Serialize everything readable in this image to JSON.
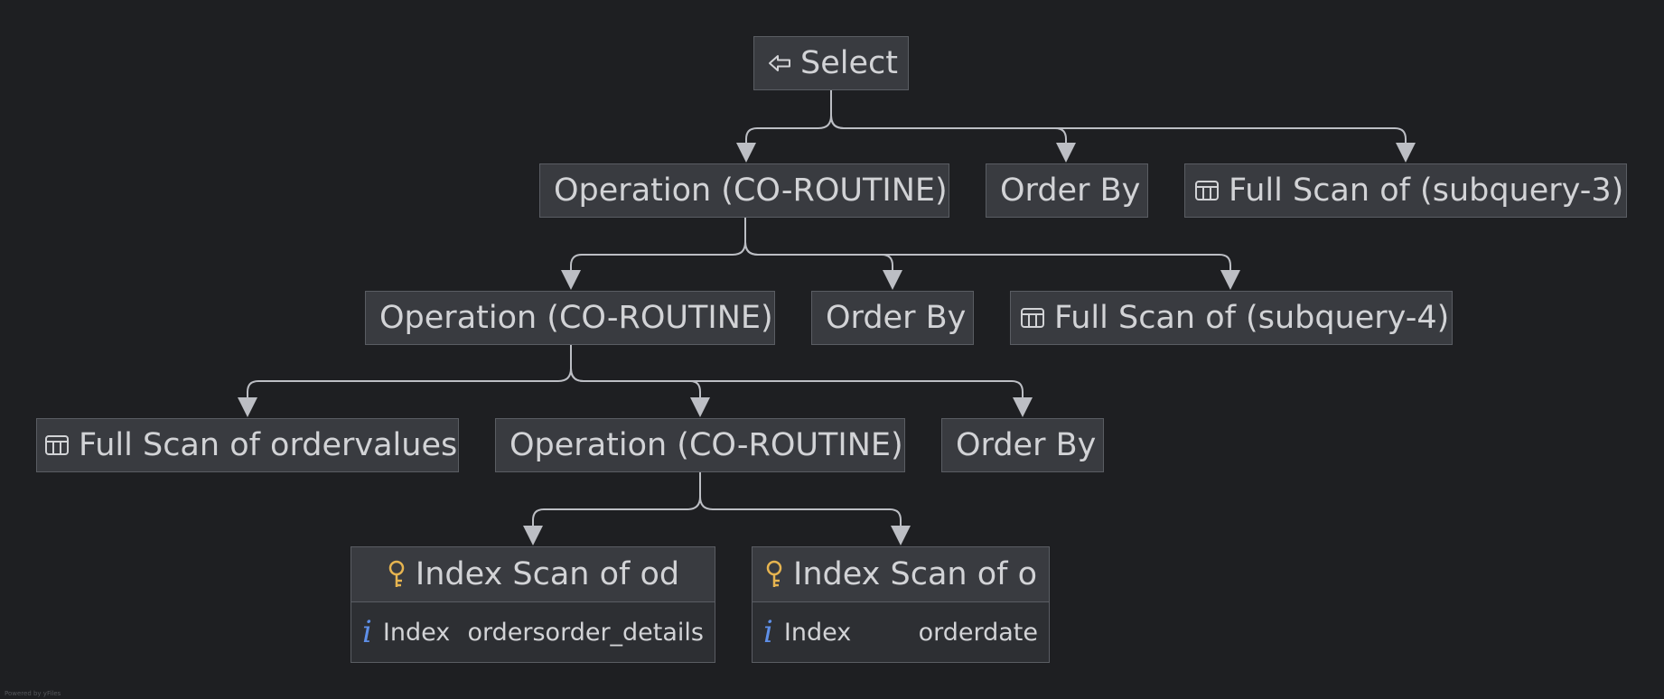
{
  "nodes": {
    "select": {
      "label": "Select",
      "icon": "select-arrow-icon"
    },
    "op1": {
      "label": "Operation (CO-ROUTINE)"
    },
    "orderby1": {
      "label": "Order By"
    },
    "fullscan3": {
      "label": "Full Scan of (subquery-3)",
      "icon": "table-icon"
    },
    "op2": {
      "label": "Operation (CO-ROUTINE)"
    },
    "orderby2": {
      "label": "Order By"
    },
    "fullscan4": {
      "label": "Full Scan of (subquery-4)",
      "icon": "table-icon"
    },
    "fullscan_ov": {
      "label": "Full Scan of ordervalues",
      "icon": "table-icon"
    },
    "op3": {
      "label": "Operation (CO-ROUTINE)"
    },
    "orderby3": {
      "label": "Order By"
    },
    "idx_od": {
      "label": "Index Scan of od",
      "icon": "key-icon",
      "detail_key": "Index",
      "detail_value": "ordersorder_details"
    },
    "idx_o": {
      "label": "Index Scan of o",
      "icon": "key-icon",
      "detail_key": "Index",
      "detail_value": "orderdate"
    }
  },
  "colors": {
    "background": "#1e1f22",
    "node_fill": "#393b40",
    "edge": "#bcbec4",
    "key_icon": "#e6b450",
    "info_icon": "#5e8fe8"
  },
  "footer": "Powered by yFiles"
}
